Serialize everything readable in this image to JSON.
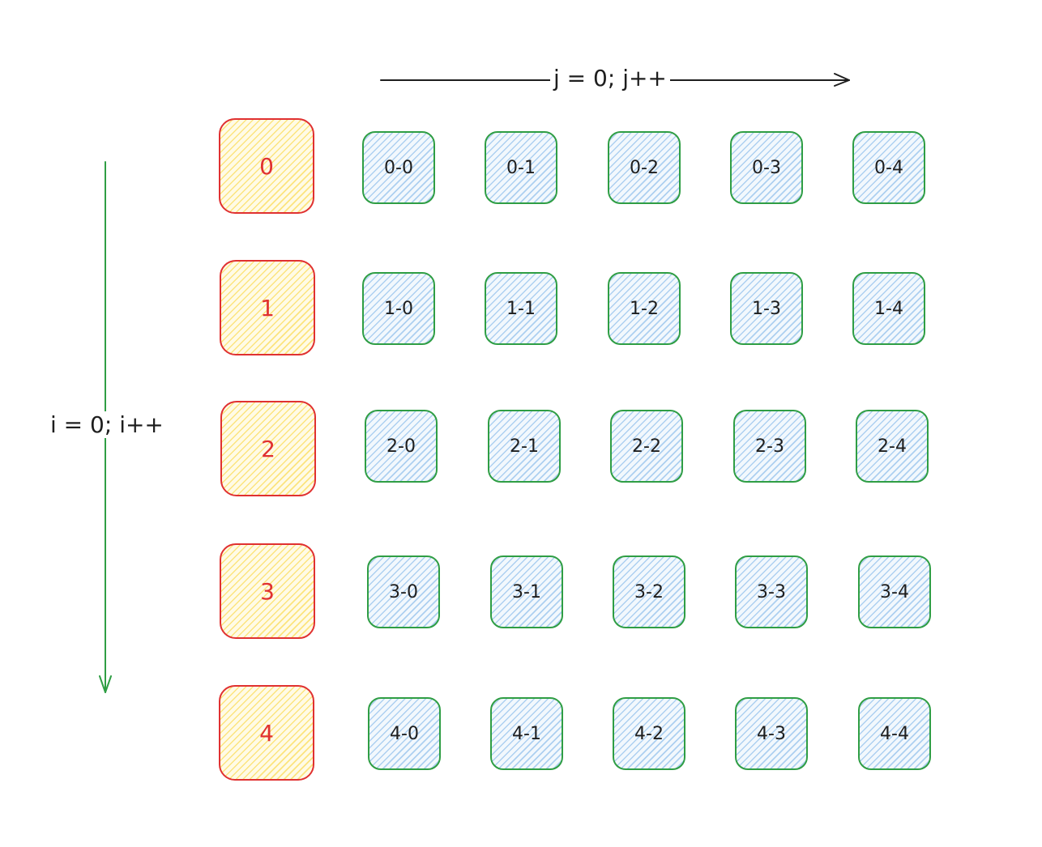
{
  "diagram": {
    "col_axis_label": "j = 0; j++",
    "row_axis_label": "i = 0; i++",
    "colors": {
      "row_border": "#e03131",
      "row_fill": "#ffec99",
      "row_text": "#e03131",
      "cell_border": "#2f9e44",
      "cell_fill": "#a5d8ff",
      "cell_text": "#1e1e1e",
      "col_arrow": "#1e1e1e",
      "row_arrow": "#2f9e44"
    },
    "rows": [
      {
        "label": "0",
        "cells": [
          "0-0",
          "0-1",
          "0-2",
          "0-3",
          "0-4"
        ]
      },
      {
        "label": "1",
        "cells": [
          "1-0",
          "1-1",
          "1-2",
          "1-3",
          "1-4"
        ]
      },
      {
        "label": "2",
        "cells": [
          "2-0",
          "2-1",
          "2-2",
          "2-3",
          "2-4"
        ]
      },
      {
        "label": "3",
        "cells": [
          "3-0",
          "3-1",
          "3-2",
          "3-3",
          "3-4"
        ]
      },
      {
        "label": "4",
        "cells": [
          "4-0",
          "4-1",
          "4-2",
          "4-3",
          "4-4"
        ]
      }
    ]
  }
}
